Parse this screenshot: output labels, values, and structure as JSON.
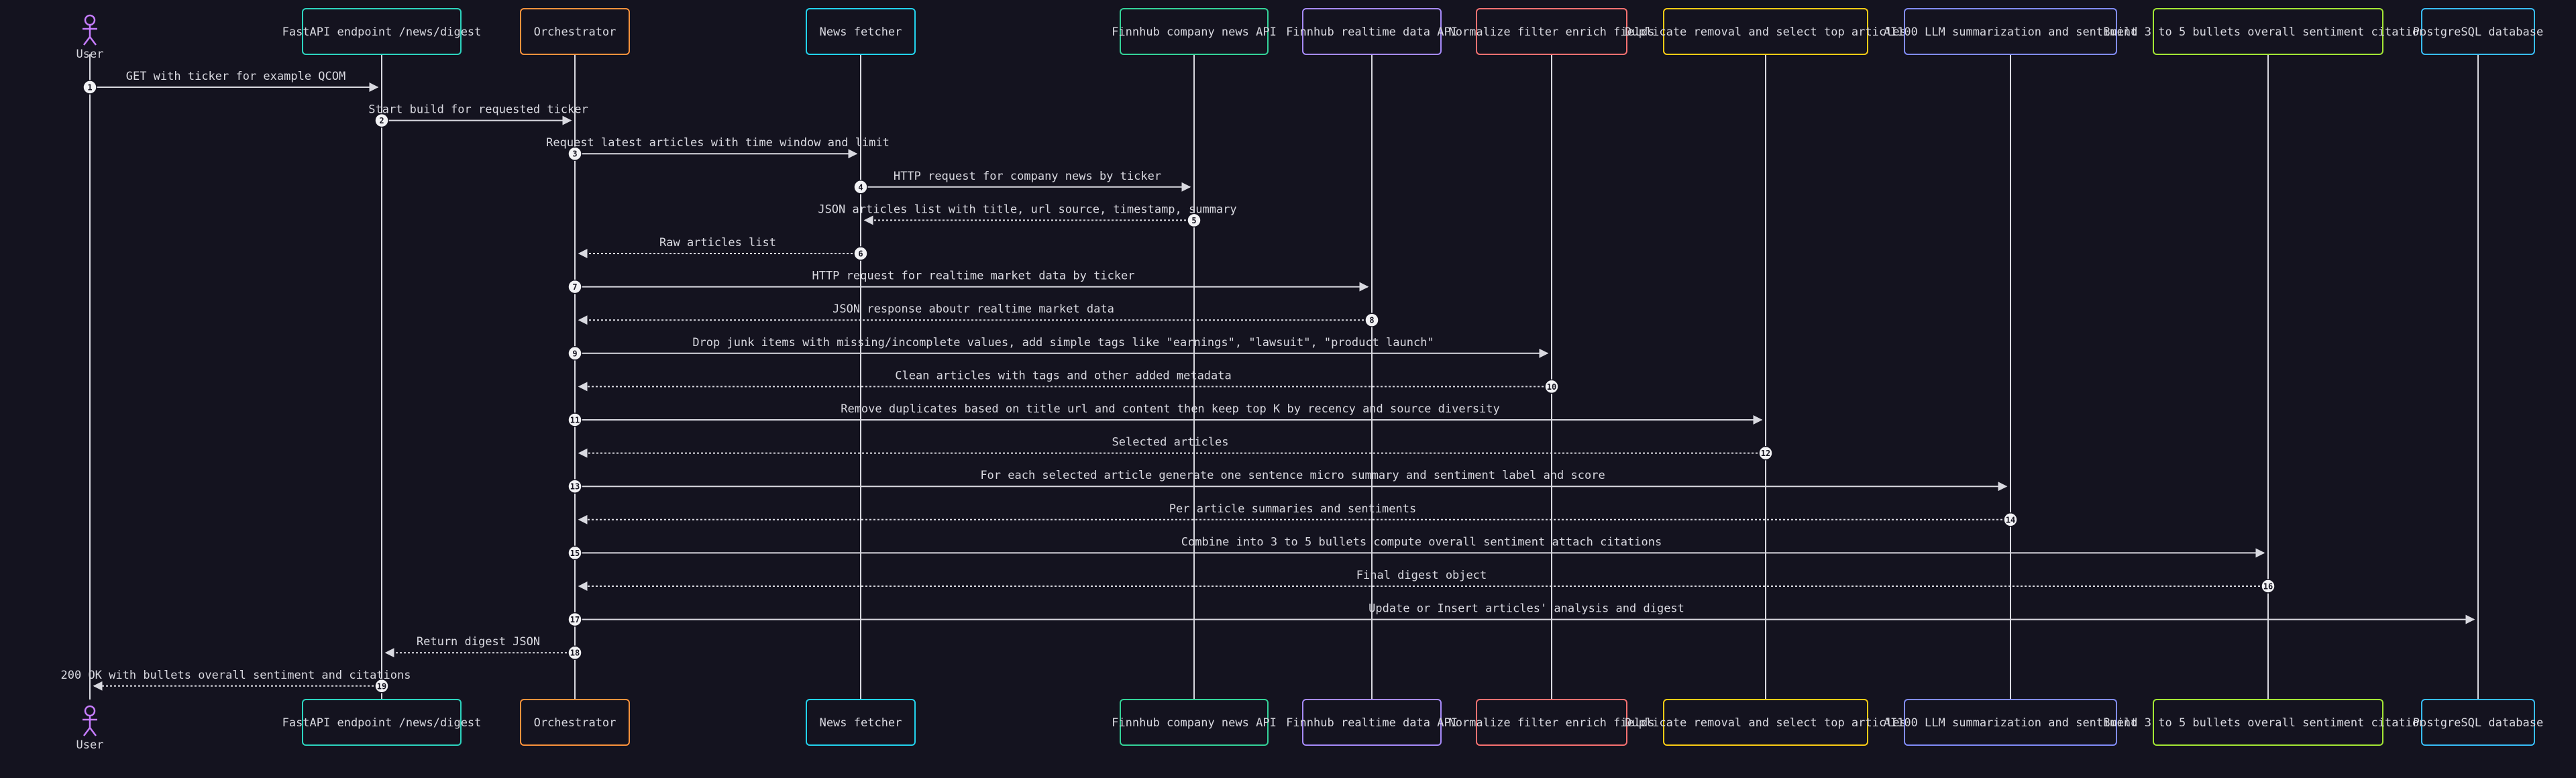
{
  "colors": {
    "background": "#14131f",
    "lifeline": "#d9d9e0",
    "text": "#d9d9e0",
    "actor": "#c77dff"
  },
  "participants": [
    {
      "id": "user",
      "label": "User",
      "kind": "actor",
      "color": "#c77dff"
    },
    {
      "id": "api",
      "label": "FastAPI endpoint /news/digest",
      "kind": "box",
      "color": "#2dd4bf"
    },
    {
      "id": "orch",
      "label": "Orchestrator",
      "kind": "box",
      "color": "#fb923c"
    },
    {
      "id": "fetch",
      "label": "News fetcher",
      "kind": "box",
      "color": "#22d3ee"
    },
    {
      "id": "finnews",
      "label": "Finnhub company news API",
      "kind": "box",
      "color": "#34d399"
    },
    {
      "id": "finrt",
      "label": "Finnhub realtime data API",
      "kind": "box",
      "color": "#a78bfa"
    },
    {
      "id": "norm",
      "label": "Normalize filter enrich fields",
      "kind": "box",
      "color": "#f87171"
    },
    {
      "id": "dedup",
      "label": "Duplicate removal and select top articles",
      "kind": "box",
      "color": "#facc15"
    },
    {
      "id": "llm",
      "label": "AI100 LLM summarization and sentiment",
      "kind": "box",
      "color": "#818cf8"
    },
    {
      "id": "build",
      "label": "Build 3 to 5 bullets overall sentiment citations",
      "kind": "box",
      "color": "#a3e635"
    },
    {
      "id": "pg",
      "label": "PostgreSQL database",
      "kind": "box",
      "color": "#38bdf8"
    }
  ],
  "messages": [
    {
      "num": "1",
      "from": "user",
      "to": "api",
      "label": "GET with ticker for example QCOM",
      "style": "solid"
    },
    {
      "num": "2",
      "from": "api",
      "to": "orch",
      "label": "Start build for requested ticker",
      "style": "solid"
    },
    {
      "num": "3",
      "from": "orch",
      "to": "fetch",
      "label": "Request latest articles with time window and limit",
      "style": "solid"
    },
    {
      "num": "4",
      "from": "fetch",
      "to": "finnews",
      "label": "HTTP request for company news by ticker",
      "style": "solid"
    },
    {
      "num": "5",
      "from": "finnews",
      "to": "fetch",
      "label": "JSON articles list with title, url source, timestamp, summary",
      "style": "dashed"
    },
    {
      "num": "6",
      "from": "fetch",
      "to": "orch",
      "label": "Raw articles list",
      "style": "dashed"
    },
    {
      "num": "7",
      "from": "orch",
      "to": "finrt",
      "label": "HTTP request for realtime market data by ticker",
      "style": "solid"
    },
    {
      "num": "8",
      "from": "finrt",
      "to": "orch",
      "label": "JSON response aboutr realtime market data",
      "style": "dashed"
    },
    {
      "num": "9",
      "from": "orch",
      "to": "norm",
      "label": "Drop junk items with missing/incomplete values, add simple tags like \"earnings\", \"lawsuit\", \"product launch\"",
      "style": "solid"
    },
    {
      "num": "10",
      "from": "norm",
      "to": "orch",
      "label": "Clean articles with tags and other added metadata",
      "style": "dashed"
    },
    {
      "num": "11",
      "from": "orch",
      "to": "dedup",
      "label": "Remove duplicates based on title url and content then keep top K by recency and source diversity",
      "style": "solid"
    },
    {
      "num": "12",
      "from": "dedup",
      "to": "orch",
      "label": "Selected articles",
      "style": "dashed"
    },
    {
      "num": "13",
      "from": "orch",
      "to": "llm",
      "label": "For each selected article generate one sentence micro summary and sentiment label and score",
      "style": "solid"
    },
    {
      "num": "14",
      "from": "llm",
      "to": "orch",
      "label": "Per article summaries and sentiments",
      "style": "dashed"
    },
    {
      "num": "15",
      "from": "orch",
      "to": "build",
      "label": "Combine into 3 to 5 bullets compute overall sentiment attach citations",
      "style": "solid"
    },
    {
      "num": "16",
      "from": "build",
      "to": "orch",
      "label": "Final digest object",
      "style": "dashed"
    },
    {
      "num": "17",
      "from": "orch",
      "to": "pg",
      "label": "Update or Insert articles' analysis and digest",
      "style": "solid"
    },
    {
      "num": "18",
      "from": "orch",
      "to": "api",
      "label": "Return digest JSON",
      "style": "dashed"
    },
    {
      "num": "19",
      "from": "api",
      "to": "user",
      "label": "200 OK with bullets overall sentiment and citations",
      "style": "dashed"
    }
  ]
}
